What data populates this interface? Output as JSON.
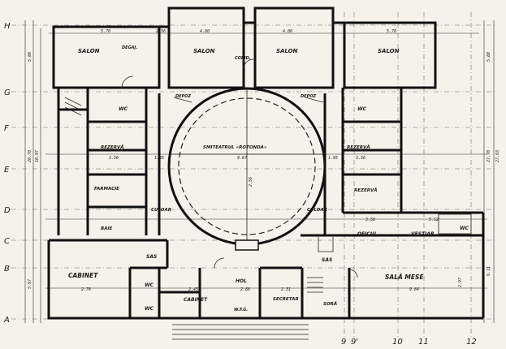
{
  "axis_letters": [
    "H",
    "G",
    "F",
    "E",
    "D",
    "C",
    "B",
    "A"
  ],
  "axis_numbers": [
    "9",
    "9'",
    "10",
    "11",
    "12"
  ],
  "rooms": {
    "salon": "SALON",
    "degaj": "DEGAJ.",
    "corid": "CORID.",
    "depoz": "DEPOZ",
    "wc": "WC",
    "rezerva": "REZERVĂ",
    "farmacie": "FARMACIE",
    "baie": "BAIE",
    "culoar": "CULOAR",
    "semiteatrul": "SMITEATRUL «ROTONDA»",
    "oficiu": "OFICIU",
    "vestiar": "VESTIAR",
    "sas": "SAS",
    "cabinet": "CABINET",
    "hol": "HOL",
    "secretar": "SECRETAR",
    "sora": "SORĂ",
    "sala_mese": "SALĂ MESE",
    "wfg": "W.F.G."
  },
  "dimensions": {
    "d_570": "5.70",
    "d_250": "2.56",
    "d_400": "4.00",
    "d_356": "3.56",
    "d_195": "1.95",
    "d_987": "9.87",
    "d_256": "2.56",
    "d_297": "2.97",
    "d_276": "2.76",
    "d_245": "2.45",
    "d_268": "2.68",
    "d_231": "2.31",
    "d_984": "9.84",
    "d_512": "5.12",
    "d_588": "5.88",
    "d_597": "5.97",
    "d_911": "9.11",
    "d_2770": "27.70",
    "d_2793": "27.93",
    "d_1097": "10.97",
    "d_2870": "28.70"
  }
}
